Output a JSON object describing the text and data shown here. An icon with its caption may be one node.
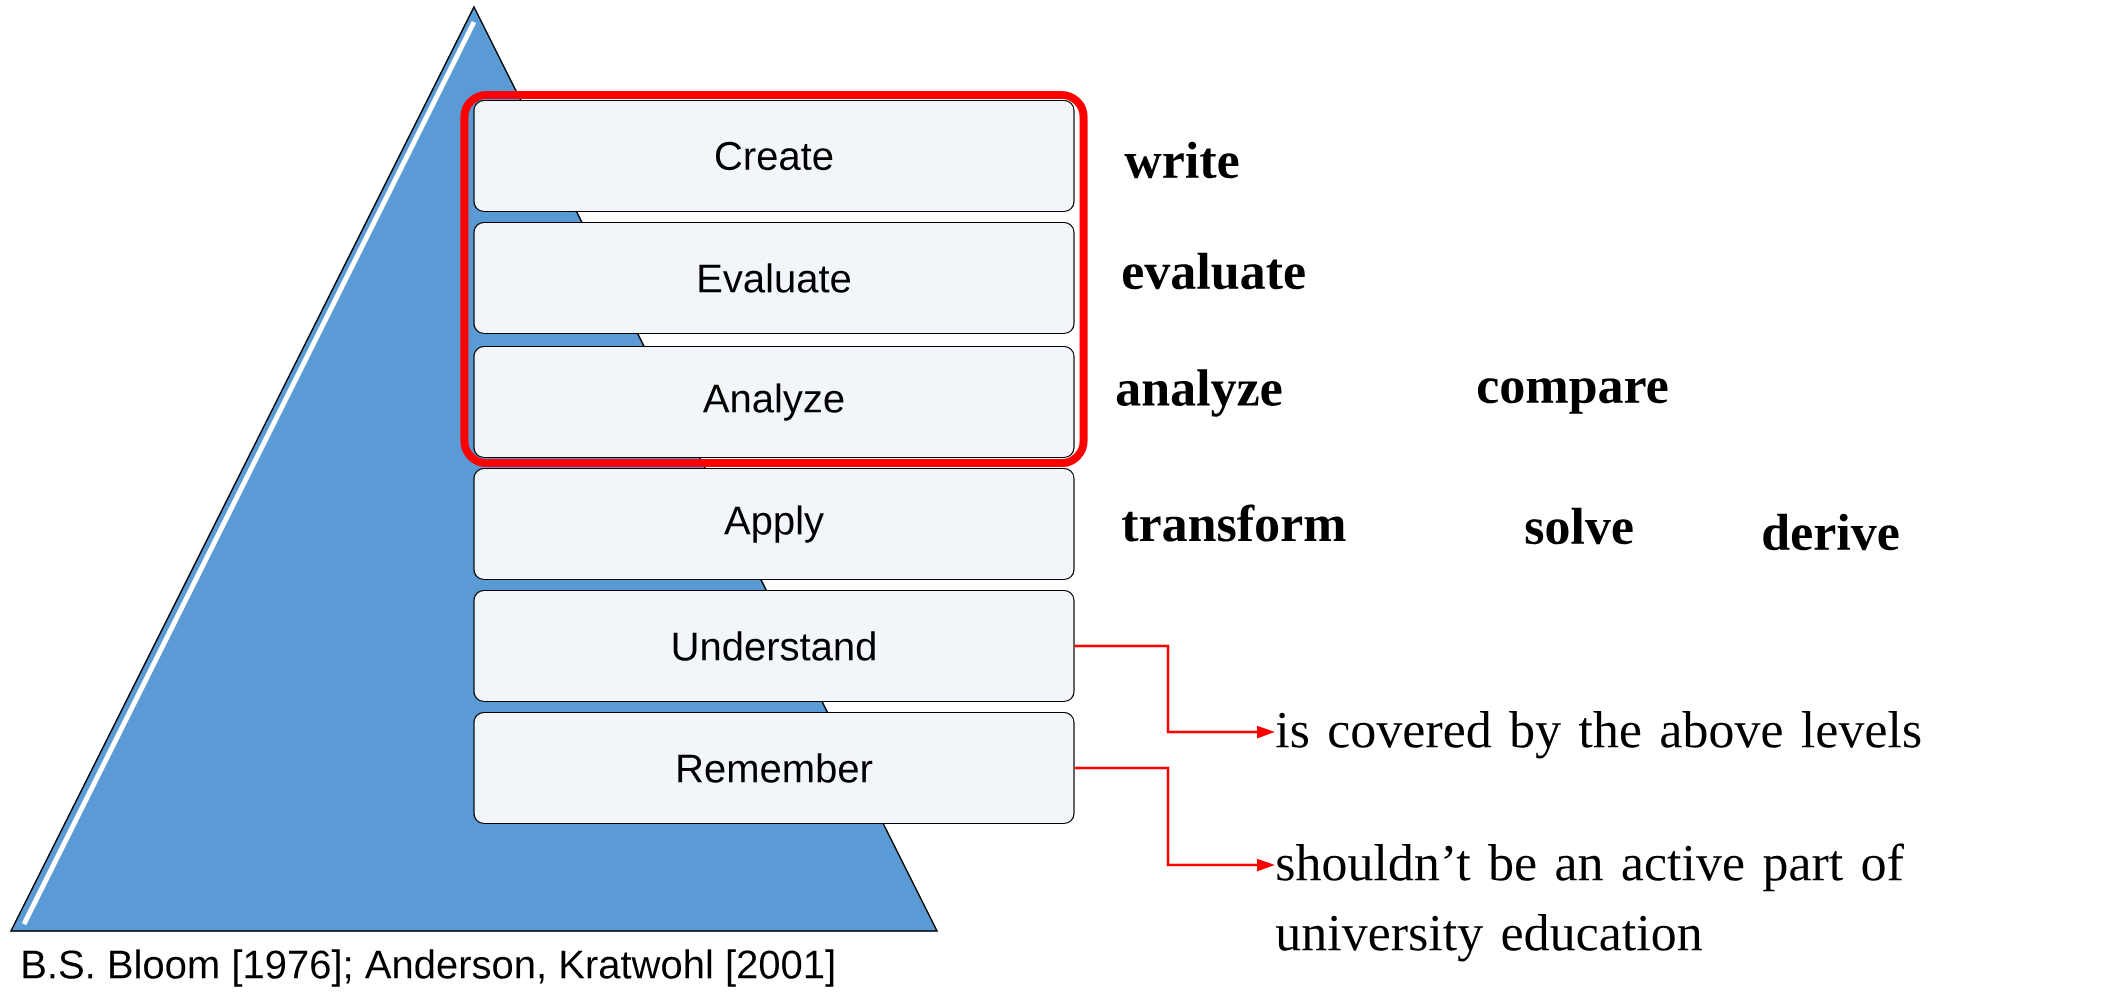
{
  "diagram": {
    "caption": "B.S. Bloom [1976]; Anderson, Kratwohl [2001]",
    "nodes": [
      {
        "text": [],
        "shape": "box"
      },
      {
        "text": [
          "Create"
        ],
        "in": 0,
        "beside": [
          "write"
        ]
      },
      {
        "text": [
          "Evaluate"
        ],
        "in": 0,
        "beside": [
          "evaluate"
        ]
      },
      {
        "text": [
          "Analyze"
        ],
        "in": 0,
        "beside": [
          "analyze",
          "compare"
        ]
      },
      {
        "text": [
          "Apply"
        ],
        "beside": [
          "transform",
          "solve",
          "derive"
        ]
      },
      {
        "text": [
          "Understand"
        ]
      },
      {
        "text": [
          "Remember"
        ]
      },
      {
        "text": [
          "is covered by the above levels"
        ]
      },
      {
        "text": [
          "shouldn’t be an active part of university education"
        ]
      }
    ],
    "edges": [
      {
        "from": 5,
        "to": 7,
        "arrow": "to"
      },
      {
        "from": 6,
        "to": 8,
        "arrow": "to"
      }
    ]
  }
}
